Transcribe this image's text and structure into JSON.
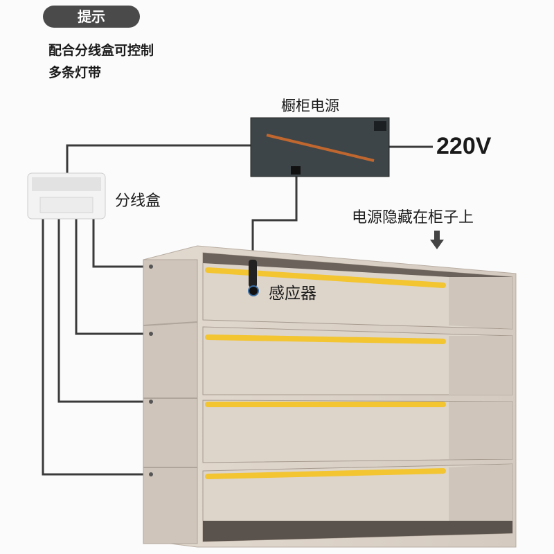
{
  "tip": {
    "badge": "提示",
    "line1": "配合分线盒可控制",
    "line2": "多条灯带"
  },
  "labels": {
    "power_supply": "橱柜电源",
    "voltage": "220V",
    "splitter": "分线盒",
    "hidden_note": "电源隐藏在柜子上",
    "sensor": "感应器"
  },
  "colors": {
    "wire": "#3a3a3a",
    "light_strip": "#f2c531",
    "wood": "#d8cfc6",
    "power_box": "#3d4548"
  }
}
